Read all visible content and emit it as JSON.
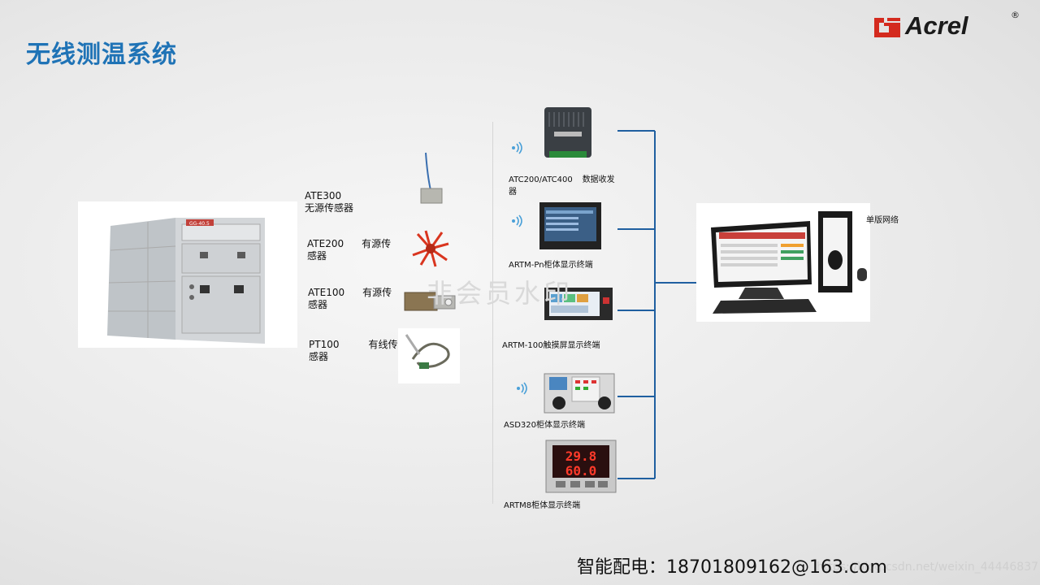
{
  "title": "无线测温系统",
  "brand": "Acrel",
  "brand_mark": "®",
  "sensors": [
    {
      "line1": "ATE300",
      "line2": "无源传感器"
    },
    {
      "line1": "ATE200",
      "mid": "有源传",
      "line2": "感器"
    },
    {
      "line1": "ATE100",
      "mid": "有源传",
      "line2": "感器"
    },
    {
      "line1": "PT100",
      "mid": "有线传",
      "line2": "感器"
    }
  ],
  "devices": [
    {
      "label1": "ATC200/ATC400",
      "label1b": "数据收发",
      "label2": "器"
    },
    {
      "label1": "ARTM-Pn柜体显示终端"
    },
    {
      "label1": "ARTM-100触摸屏显示终端"
    },
    {
      "label1": "ASD320柜体显示终端"
    },
    {
      "label1": "ARTM8柜体显示终端"
    }
  ],
  "network_label": "单版网络",
  "artm8_display": {
    "top": "29.8",
    "bottom": "60.0"
  },
  "footer": "智能配电：18701809162@163.com",
  "watermark": "https://blog.csdn.net/weixin_44446837",
  "watermark_center": "非会员水印",
  "cabinet_tag": "GG-40.5",
  "colors": {
    "title": "#1f73b6",
    "connector": "#1f5fa0",
    "logo_red": "#d42a1e"
  }
}
